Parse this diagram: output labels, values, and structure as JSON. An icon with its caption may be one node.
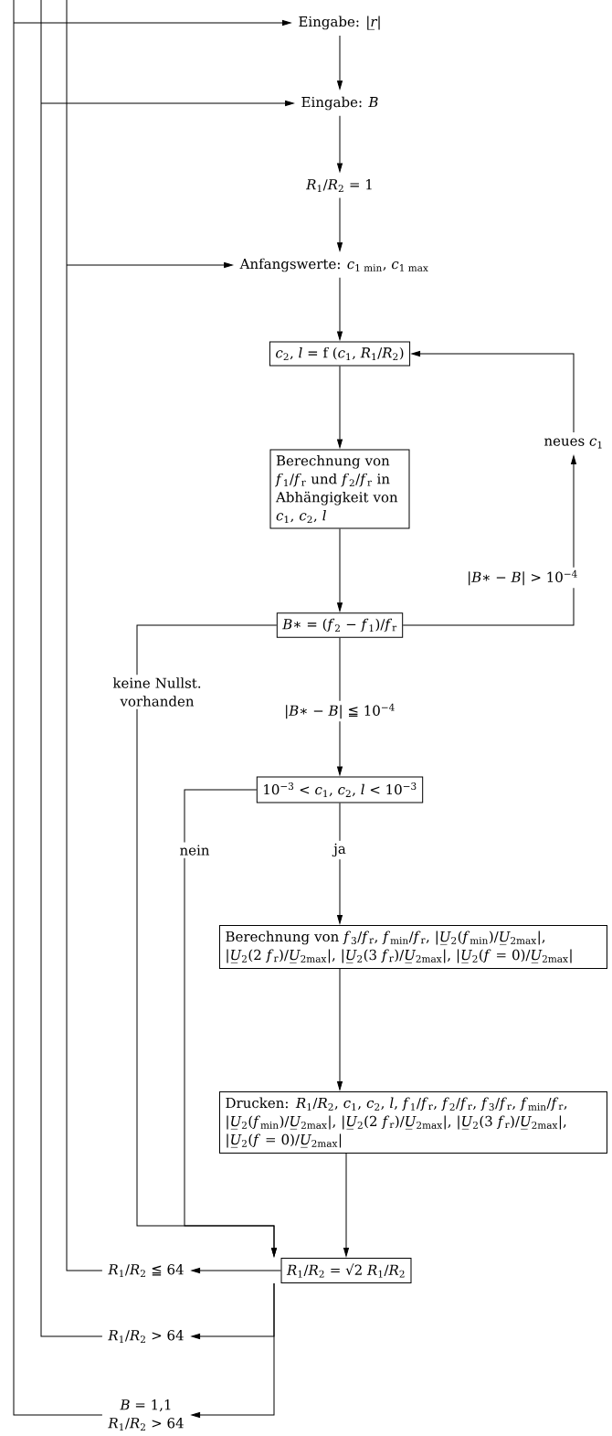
{
  "diagram": {
    "nodes": [
      {
        "text": [
          "Eingabe: |*r̲*|"
        ]
      },
      {
        "text": [
          "Eingabe: *B*"
        ]
      },
      {
        "text": [
          "*R*$_{1}$/*R*$_{2}$ = 1"
        ]
      },
      {
        "text": [
          "Anfangswerte: *c*$_{1 min}$, *c*$_{1 max}$"
        ]
      },
      {
        "text": [
          "*c*$_{2}$, *l* = f (*c*$_{1}$, *R*$_{1}$/*R*$_{2}$)"
        ]
      },
      {
        "text": [
          "Berechnung von *f*$_{1}$/*f*$_{r}$ und *f*$_{2}$/*f*$_{r}$ in Abhängigkeit von *c*$_{1}$, *c*$_{2}$, *l*"
        ]
      },
      {
        "text": [
          "neues *c*$_{1}$"
        ]
      },
      {
        "text": [
          "*B*∗ = (*f*$_{2}$ − *f*$_{1}$)/*f*$_{r}$"
        ]
      },
      {
        "text": [
          "10$^{−3}$ < *c*$_{1}$, *c*$_{2}$, *l* < 10$^{−3}$"
        ]
      },
      {
        "text": [
          "Berechnung von *f*$_{3}$/*f*$_{r}$, *f*$_{min}$/*f*$_{r}$, |*U̲*$_{2}$(*f*$_{min}$)/*U̲*$_{2max}$|, |*U̲*$_{2}$(2 *f*$_{r}$)/*U̲*$_{2max}$|, |*U̲*$_{2}$(3 *f*$_{r}$)/*U̲*$_{2max}$|, |*U̲*$_{2}$(*f* = 0)/*U̲*$_{2max}$|"
        ]
      },
      {
        "text": [
          "Drucken: *R*$_{1}$/*R*$_{2}$, *c*$_{1}$, *c*$_{2}$, *l*, *f*$_{1}$/*f*$_{r}$, *f*$_{2}$/*f*$_{r}$, *f*$_{3}$/*f*$_{r}$, *f*$_{min}$/*f*$_{r}$, |*U̲*$_{2}$(*f*$_{min}$)/*U̲*$_{2max}$|, |*U̲*$_{2}$(2 *f*$_{r}$)/*U̲*$_{2max}$|, |*U̲*$_{2}$(3 *f*$_{r}$)/*U̲*$_{2max}$|, |*U̲*$_{2}$(*f* = 0)/*U̲*$_{2max}$|"
        ]
      },
      {
        "text": [
          "*R*$_{1}$/*R*$_{2}$ = √2 *R*$_{1}$/*R*$_{2}$"
        ]
      },
      {
        "text": [
          "*R*$_{1}$/*R*$_{2}$ ≦ 64"
        ]
      },
      {
        "text": [
          "*R*$_{1}$/*R*$_{2}$ > 64"
        ]
      },
      {
        "text": [
          "*B* = 1,1",
          "*R*$_{1}$/*R*$_{2}$ > 64"
        ]
      }
    ],
    "edges": [
      {
        "from": 0,
        "to": 1,
        "arrow": "to"
      },
      {
        "from": 1,
        "to": 2,
        "arrow": "to"
      },
      {
        "from": 2,
        "to": 3,
        "arrow": "to"
      },
      {
        "from": 3,
        "to": 4,
        "arrow": "to"
      },
      {
        "from": 4,
        "to": 5,
        "arrow": "to"
      },
      {
        "from": 5,
        "to": 7,
        "arrow": "to"
      },
      {
        "from": 7,
        "to": 6,
        "arrow": "to",
        "label": "|*B*∗ − *B*| > 10$^{−4}$"
      },
      {
        "from": 6,
        "to": 4,
        "arrow": "to"
      },
      {
        "from": 7,
        "to": 8,
        "arrow": "to",
        "label": "|*B*∗ − *B*| ≦ 10$^{−4}$"
      },
      {
        "from": 7,
        "to": 11,
        "arrow": "to",
        "label": "keine Nullst. vorhanden"
      },
      {
        "from": 8,
        "to": 9,
        "arrow": "to",
        "label": "ja"
      },
      {
        "from": 8,
        "to": 11,
        "arrow": "to",
        "label": "nein"
      },
      {
        "from": 9,
        "to": 10,
        "arrow": "to"
      },
      {
        "from": 10,
        "to": 11,
        "arrow": "to"
      },
      {
        "from": 11,
        "to": 12,
        "arrow": "to"
      },
      {
        "from": 11,
        "to": 13,
        "arrow": "to"
      },
      {
        "from": 11,
        "to": 14,
        "arrow": "to"
      },
      {
        "from": 12,
        "to": 3,
        "arrow": "to"
      },
      {
        "from": 13,
        "to": 1,
        "arrow": "to"
      },
      {
        "from": 14,
        "to": 0,
        "arrow": "to"
      }
    ]
  }
}
